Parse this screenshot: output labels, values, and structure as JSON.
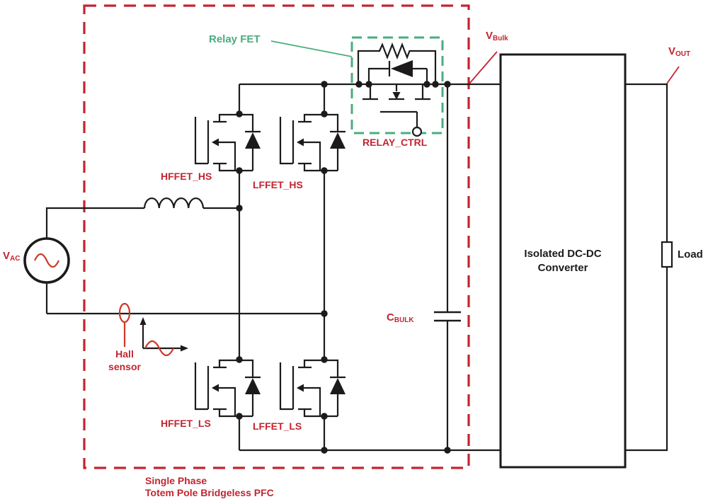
{
  "diagram": {
    "title_lines": [
      "Single Phase",
      "Totem Pole Bridgeless PFC"
    ],
    "labels": {
      "vac": {
        "main": "V",
        "sub": "AC"
      },
      "vbulk": {
        "main": "V",
        "sub": "Bulk"
      },
      "vout": {
        "main": "V",
        "sub": "OUT"
      },
      "cbulk": {
        "main": "C",
        "sub": "BULK"
      },
      "relay_fet": "Relay FET",
      "relay_ctrl": "RELAY_CTRL",
      "hffet_hs": "HFFET_HS",
      "lffet_hs": "LFFET_HS",
      "hffet_ls": "HFFET_LS",
      "lffet_ls": "LFFET_LS",
      "hall_sensor_lines": [
        "Hall",
        "sensor"
      ],
      "converter_lines": [
        "Isolated DC-DC",
        "Converter"
      ],
      "load": "Load"
    },
    "colors": {
      "accent_red": "#c22530",
      "waveform_red": "#cc3a28",
      "relay_green": "#4aad7d",
      "line_black": "#1d1a1b"
    }
  }
}
